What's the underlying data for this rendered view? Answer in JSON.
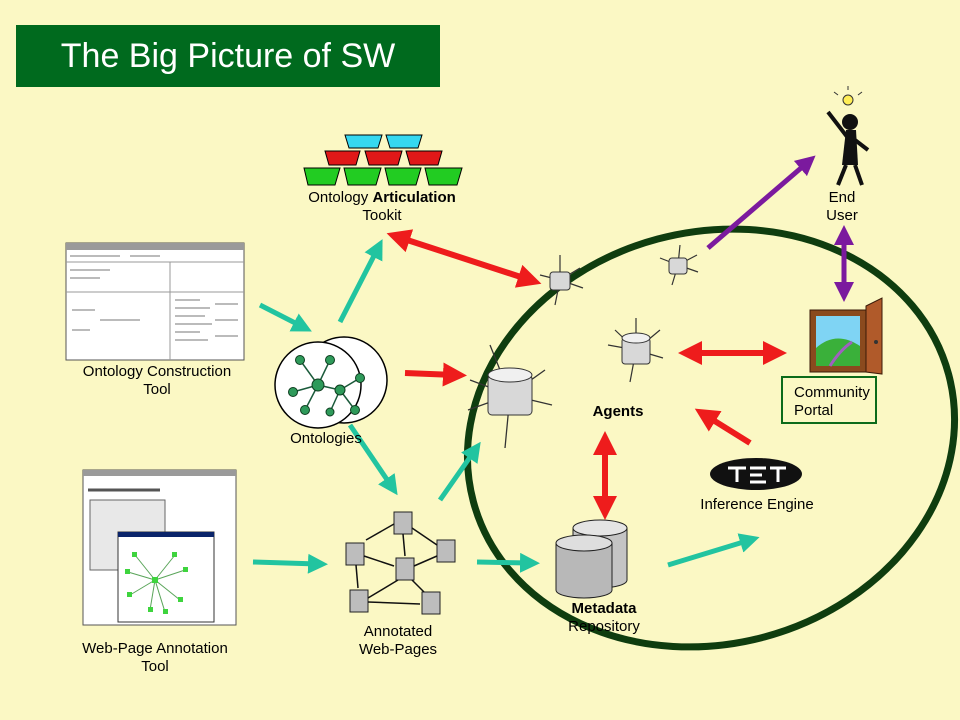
{
  "title": "The Big Picture of SW",
  "labels": {
    "ontology_articulation_line1_normal": "Ontology ",
    "ontology_articulation_line1_bold": "Articulation",
    "ontology_articulation_line2": "Tookit",
    "ontology_construction_line1": "Ontology Construction",
    "ontology_construction_line2": "Tool",
    "ontologies": "Ontologies",
    "agents": "Agents",
    "end_user_line1": "End",
    "end_user_line2": "User",
    "community_portal_line1": "Community",
    "community_portal_line2": "Portal",
    "inference_engine": "Inference Engine",
    "metadata_repository_line1": "Metadata",
    "metadata_repository_line2": "Repository",
    "annotated_web_pages_line1": "Annotated",
    "annotated_web_pages_line2": "Web-Pages",
    "web_page_annotation_line1": "Web-Page Annotation",
    "web_page_annotation_line2": "Tool"
  },
  "colors": {
    "background": "#fbf8c4",
    "title_bg": "#006a1e",
    "title_text": "#ffffff",
    "ellipse": "#0f3d0f",
    "teal_arrow": "#22c4a0",
    "red_arrow": "#ee1c1c",
    "purple_arrow": "#7b1a9e",
    "portal_border": "#0b6b1a"
  },
  "icons": [
    "pyramid-icon",
    "screenshot-icon",
    "ontology-graph-icon",
    "agent-icon",
    "end-user-icon",
    "door-icon",
    "inference-engine-logo",
    "database-icon",
    "web-pages-icon"
  ]
}
